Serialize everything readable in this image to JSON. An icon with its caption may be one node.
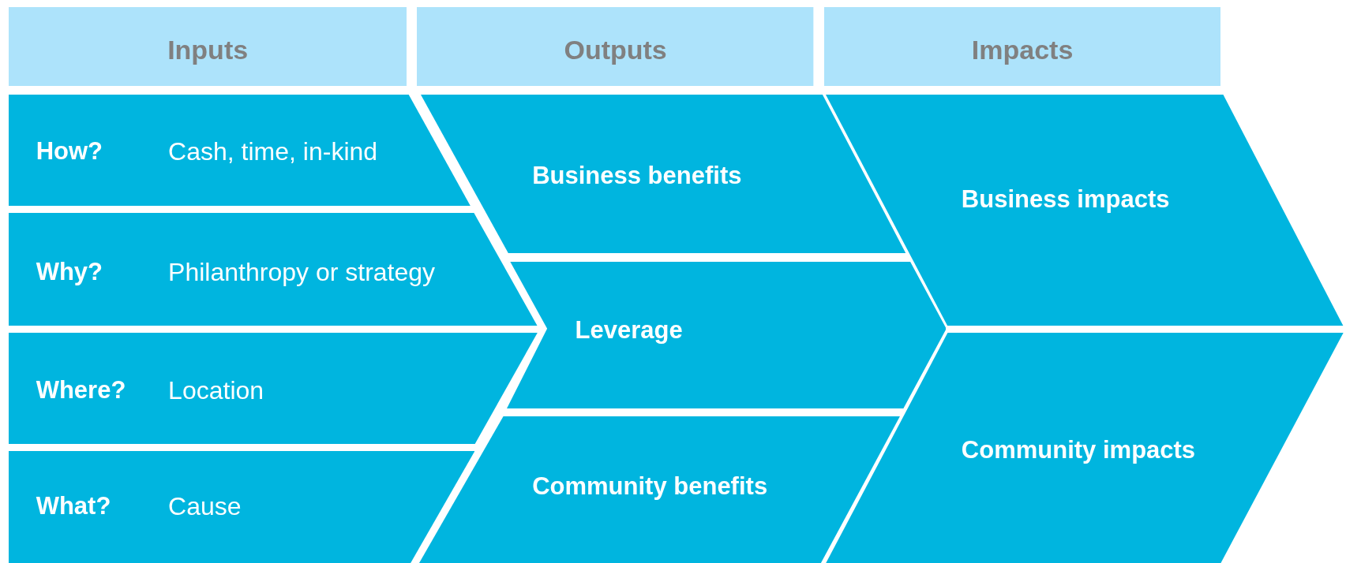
{
  "diagram": {
    "nodes": [
      {
        "text": [
          "Inputs"
        ]
      },
      {
        "text": [
          "Outputs"
        ]
      },
      {
        "text": [
          "Impacts"
        ]
      },
      {
        "text": [
          "How?",
          "Cash, time, in-kind"
        ]
      },
      {
        "text": [
          "Why?",
          "Philanthropy or strategy"
        ]
      },
      {
        "text": [
          "Where?",
          "Location"
        ]
      },
      {
        "text": [
          "What?",
          "Cause"
        ]
      },
      {
        "text": [
          "Business benefits"
        ]
      },
      {
        "text": [
          "Leverage"
        ]
      },
      {
        "text": [
          "Community benefits"
        ]
      },
      {
        "text": [
          "Business impacts"
        ]
      },
      {
        "text": [
          "Community impacts"
        ]
      }
    ]
  }
}
